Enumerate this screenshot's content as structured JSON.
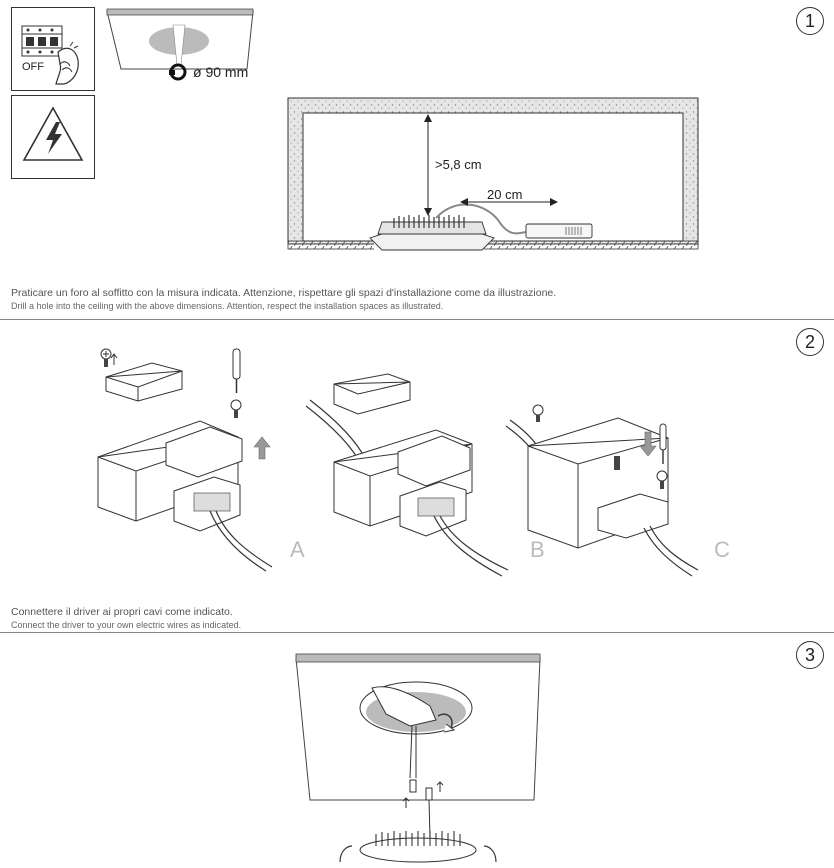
{
  "steps": [
    {
      "number": "1",
      "caption_it": "Praticare un foro al soffitto con la misura indicata. Attenzione, rispettare gli spazi d'installazione come da illustrazione.",
      "caption_en": "Drill a hole into the ceiling with the above dimensions. Attention, respect the installation spaces as illustrated."
    },
    {
      "number": "2",
      "caption_it": "Connettere il driver ai propri cavi come indicato.",
      "caption_en": "Connect the driver to your own electric wires as indicated."
    },
    {
      "number": "3"
    }
  ],
  "labels": {
    "off": "OFF",
    "hole_diameter": "ø 90 mm",
    "height_clearance": ">5,8 cm",
    "driver_distance": "20 cm",
    "sub_a": "A",
    "sub_b": "B",
    "sub_c": "C"
  },
  "icons": [
    "breaker-off-icon",
    "electric-hazard-icon",
    "hole-saw-icon",
    "screw-icon",
    "screwdriver-icon",
    "up-arrow-icon",
    "down-arrow-icon"
  ]
}
